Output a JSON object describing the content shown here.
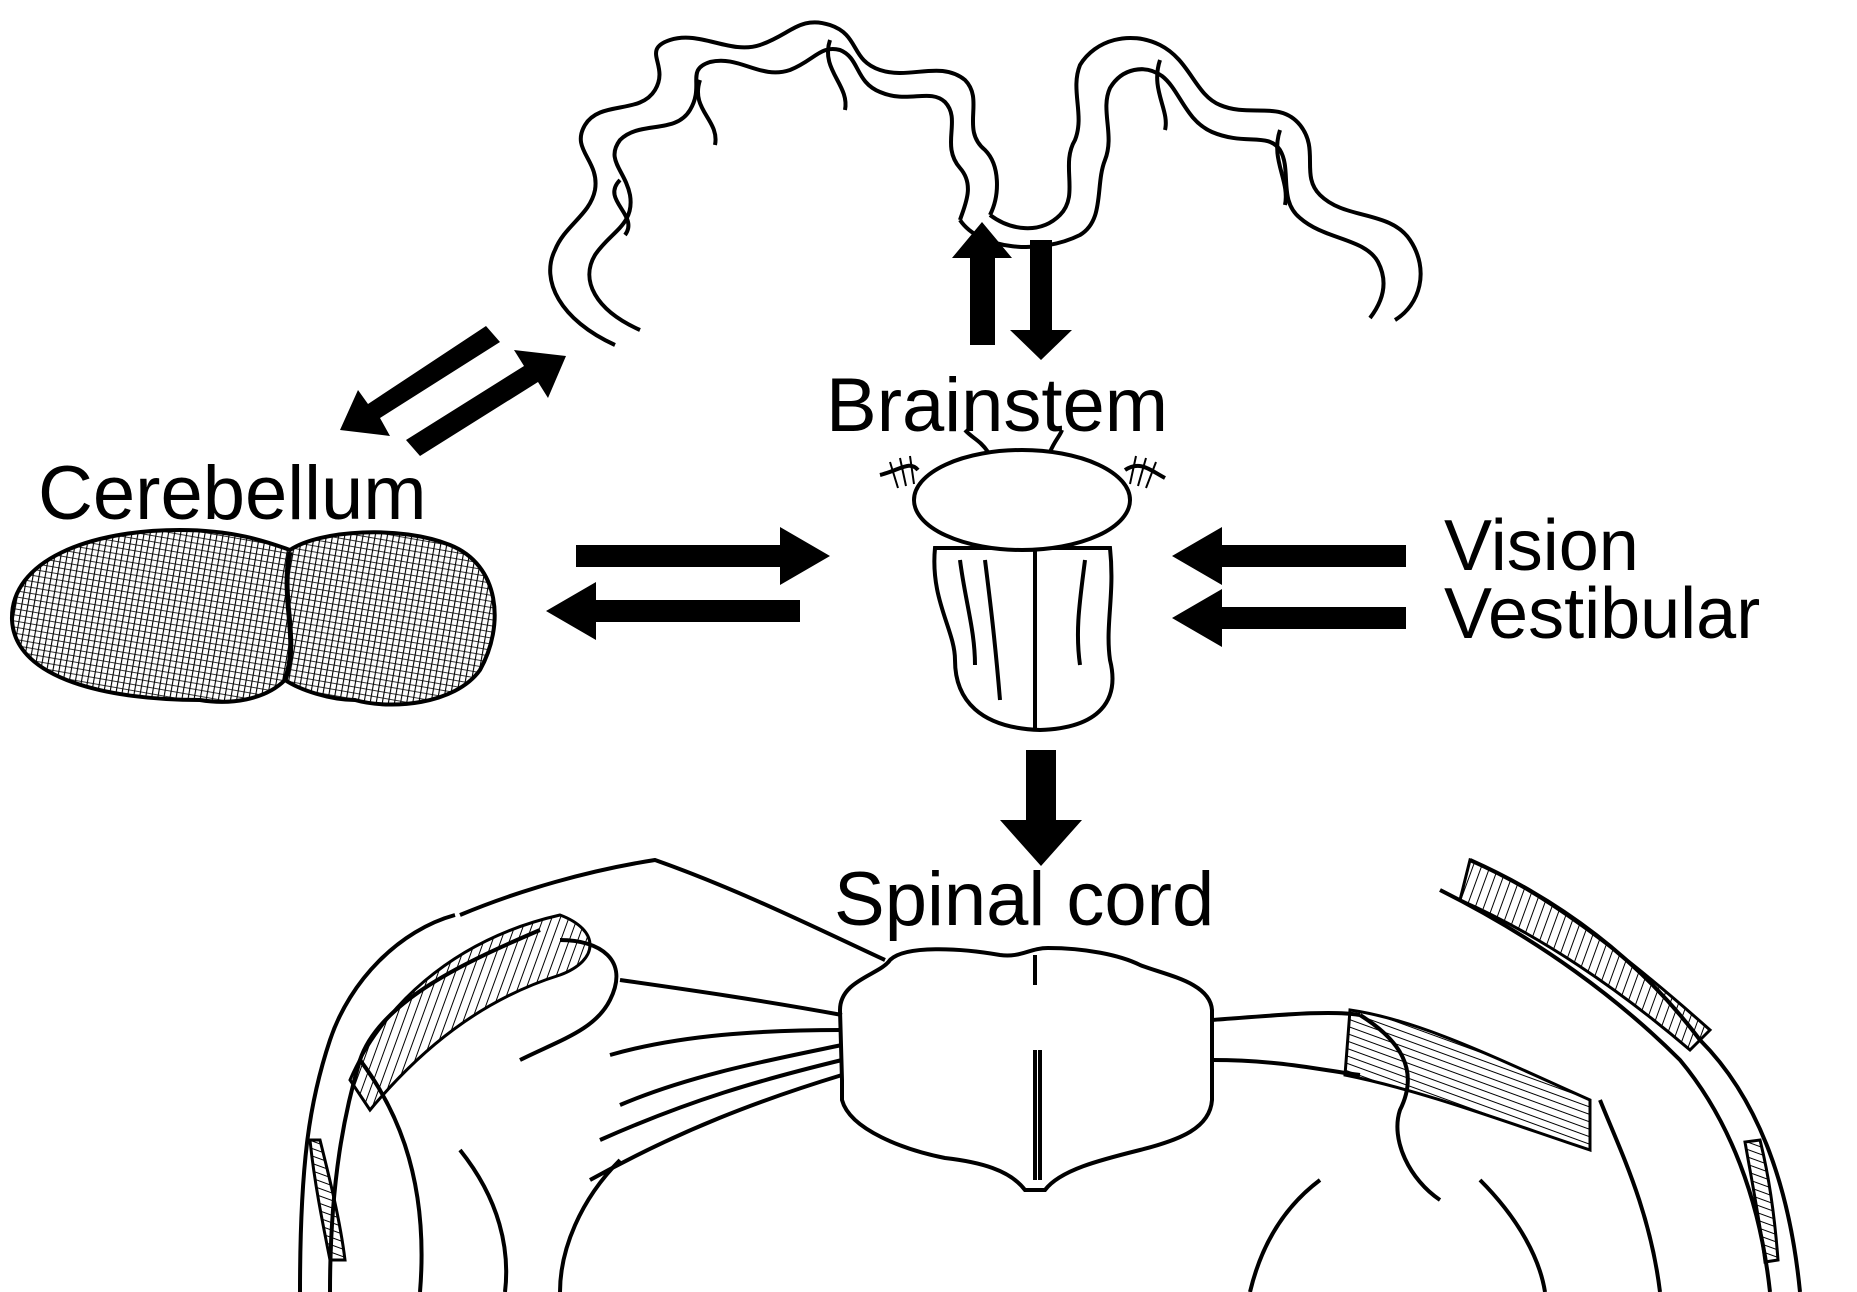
{
  "labels": {
    "brainstem": "Brainstem",
    "cerebellum": "Cerebellum",
    "vision": "Vision",
    "vestibular": "Vestibular",
    "spinal_cord": "Spinal cord"
  },
  "colors": {
    "ink": "#000000",
    "background": "#ffffff"
  }
}
